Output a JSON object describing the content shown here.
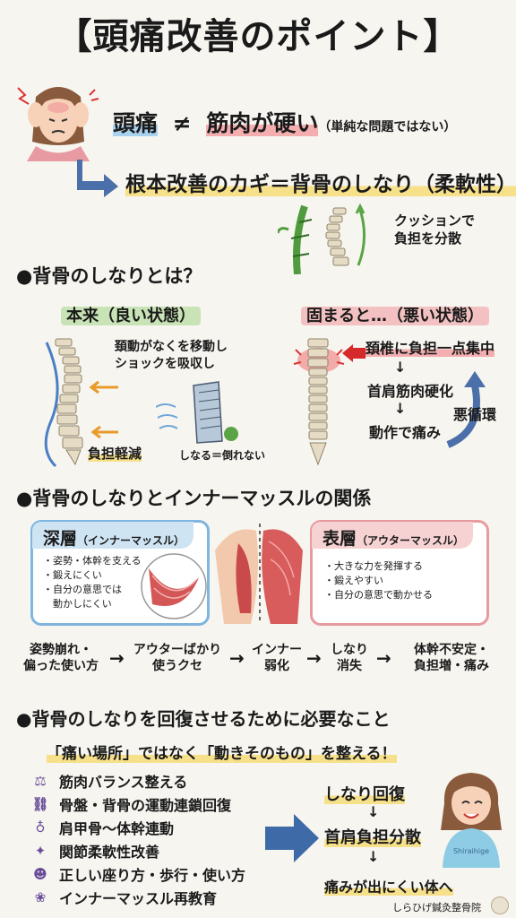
{
  "title": "【頭痛改善のポイント】",
  "intro": {
    "headache": "頭痛",
    "neq": "≠",
    "stiff": "筋肉が硬い",
    "note": "（単純な問題ではない）",
    "key": "根本改善のカギ＝背骨のしなり（柔軟性）",
    "cushion": "クッションで\n負担を分散"
  },
  "section1": {
    "heading": "●背骨のしなりとは？",
    "good": {
      "label": "本来（良い状態）",
      "desc": "頚動がなくを移動し\nショックを吸収し",
      "reduce": "負担軽減",
      "building": "しなる＝倒れない"
    },
    "bad": {
      "label": "固まると…（悪い状態）",
      "step1": "頚椎に負担一点集中",
      "step2": "首肩筋肉硬化",
      "step3": "動作で痛み",
      "cycle": "悪循環"
    }
  },
  "section2": {
    "heading": "●背骨のしなりとインナーマッスルの関係",
    "deep": {
      "label": "深層",
      "sub": "（インナーマッスル）",
      "items": [
        "・姿勢・体幹を支える",
        "・鍛えにくい",
        "・自分の意思では\n　動かしにくい"
      ]
    },
    "surface": {
      "label": "表層",
      "sub": "（アウターマッスル）",
      "items": [
        "・大きな力を発揮する",
        "・鍛えやすい",
        "・自分の意思で動かせる"
      ]
    },
    "flow": [
      "姿勢崩れ・\n偏った使い方",
      "アウターばかり\n使うクセ",
      "インナー\n弱化",
      "しなり\n消失",
      "体幹不安定・\n負担増・痛み"
    ],
    "flow_arrow": "→"
  },
  "section3": {
    "heading": "●背骨のしなりを回復させるために必要なこと",
    "subtitle": "「痛い場所」ではなく「動きそのもの」を整える！",
    "items": [
      {
        "icon": "scale-icon",
        "glyph": "⚖",
        "text": "筋肉バランス整える"
      },
      {
        "icon": "chain-icon",
        "glyph": "⛓",
        "text": "骨盤・背骨の運動連鎖回復"
      },
      {
        "icon": "shoulder-icon",
        "glyph": "♁",
        "text": "肩甲骨〜体幹連動"
      },
      {
        "icon": "joint-icon",
        "glyph": "✦",
        "text": "関節柔軟性改善"
      },
      {
        "icon": "people-icon",
        "glyph": "☻",
        "text": "正しい座り方・歩行・使い方"
      },
      {
        "icon": "brain-icon",
        "glyph": "❀",
        "text": "インナーマッスル再教育"
      }
    ],
    "results": [
      "しなり回復",
      "首肩負担分散",
      "痛みが出にくい体へ"
    ],
    "down_arrow": "↓",
    "badge": "Shiraihige"
  },
  "footer": "しらひげ鍼灸整骨院",
  "colors": {
    "blue_box": "#7fb5de",
    "red_box": "#e79ba0",
    "arrow_blue": "#4b6fa8",
    "green": "#3f8d3a"
  }
}
